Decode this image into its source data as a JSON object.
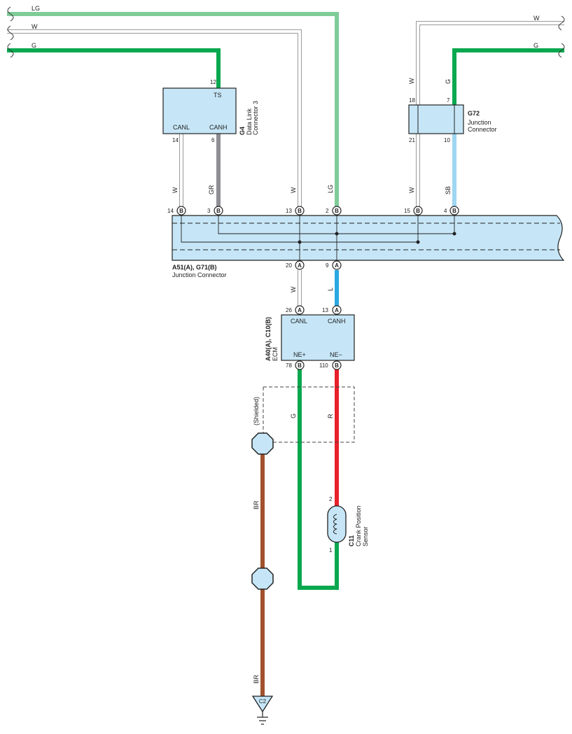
{
  "colors": {
    "lg": "#7fcc99",
    "g": "#0aa84f",
    "w": "#9a9a9a",
    "gr": "#8e8e94",
    "sb": "#9fd6f2",
    "l": "#2aa8e0",
    "r": "#e8202a",
    "br": "#a0522d",
    "component_fill": "#c6e6f7"
  },
  "wires": {
    "lg": "LG",
    "w": "W",
    "g": "G",
    "gr": "GR",
    "sb": "SB",
    "l": "L",
    "r": "R",
    "br": "BR"
  },
  "g4": {
    "code": "G4",
    "name_line1": "Data Link",
    "name_line2": "Connector 3",
    "ts": "TS",
    "canl": "CANL",
    "canh": "CANH",
    "pin_ts": "12",
    "pin_canl": "14",
    "pin_canh": "6"
  },
  "g72": {
    "code": "G72",
    "name_line1": "Junction",
    "name_line2": "Connector",
    "pin_18": "18",
    "pin_7": "7",
    "pin_21": "21",
    "pin_10": "10"
  },
  "junction": {
    "code": "A51(A), G71(B)",
    "name": "Junction Connector",
    "top_pins": [
      "14",
      "3",
      "13",
      "2",
      "15",
      "4"
    ],
    "bottom_pins": [
      "20",
      "9"
    ],
    "letter_a": "A",
    "letter_b": "B"
  },
  "ecm": {
    "code": "A40(A), C10(B)",
    "name": "ECM",
    "canl": "CANL",
    "canh": "CANH",
    "nep": "NE+",
    "nem": "NE−",
    "pin_canl": "26",
    "pin_canh": "13",
    "pin_nep": "78",
    "pin_nem": "110"
  },
  "shielded": "(Shielded)",
  "sensor": {
    "code": "C11",
    "name_line1": "Crank Position",
    "name_line2": "Sensor",
    "pin_2": "2",
    "pin_1": "1"
  },
  "ground": "C2"
}
